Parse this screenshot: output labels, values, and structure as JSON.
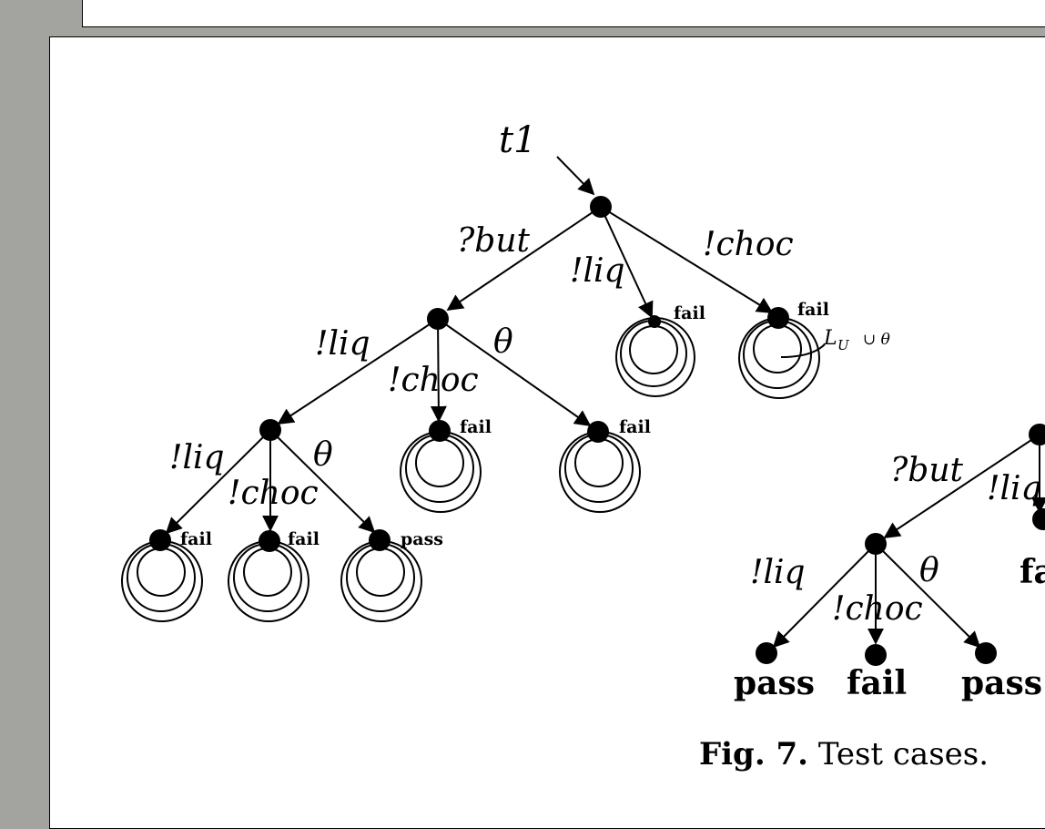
{
  "figure": {
    "test_case_name": "t1",
    "caption_number": "Fig. 7.",
    "caption_text": "Test cases.",
    "edge_labels": {
      "root_but": "?but",
      "root_liq": "!liq",
      "root_choc": "!choc",
      "n1_liq": "!liq",
      "n1_choc": "!choc",
      "n1_theta": "θ",
      "n2_liq": "!liq",
      "n2_choc": "!choc",
      "n2_theta": "θ"
    },
    "verdicts": {
      "root_liq": "fail",
      "root_choc": "fail",
      "n1_choc": "fail",
      "n1_theta": "fail",
      "n2_liq": "fail",
      "n2_choc": "fail",
      "n2_theta": "pass"
    },
    "loop_annotation_main": "L",
    "loop_annotation_sub": "U",
    "loop_annotation_tail": "∪ θ",
    "right_tree": {
      "edge_labels": {
        "but": "?but",
        "liq_partial": "!liq",
        "c_liq": "!liq",
        "c_choc": "!choc",
        "c_theta": "θ"
      },
      "verdicts": {
        "partial": "fa",
        "leaf1": "pass",
        "leaf2": "fail",
        "leaf3": "pass"
      }
    }
  }
}
